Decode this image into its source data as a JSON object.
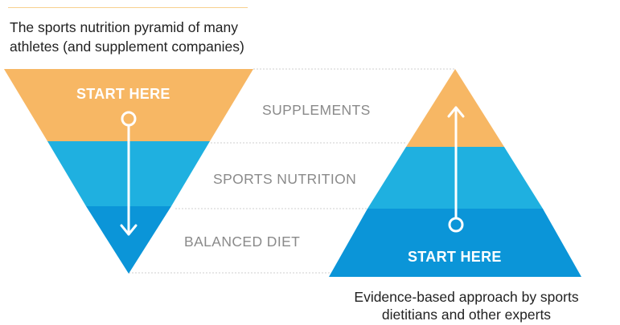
{
  "captions": {
    "left": "The sports nutrition pyramid of many athletes (and supplement companies)",
    "right": "Evidence-based approach by sports dietitians and other experts"
  },
  "levels": {
    "top": "SUPPLEMENTS",
    "middle": "SPORTS NUTRITION",
    "bottom": "BALANCED DIET"
  },
  "start_left": "START HERE",
  "start_right": "START HERE",
  "colors": {
    "supplements": "#f7b764",
    "sports_nutrition": "#1fb0e0",
    "balanced_diet": "#0b95d8",
    "rule": "#f7cf8e",
    "dotted_line": "#cfcfcf",
    "label_grey": "#8a8a8a"
  },
  "icons": [
    "arrow-down-icon",
    "arrow-up-icon",
    "start-circle-icon"
  ]
}
